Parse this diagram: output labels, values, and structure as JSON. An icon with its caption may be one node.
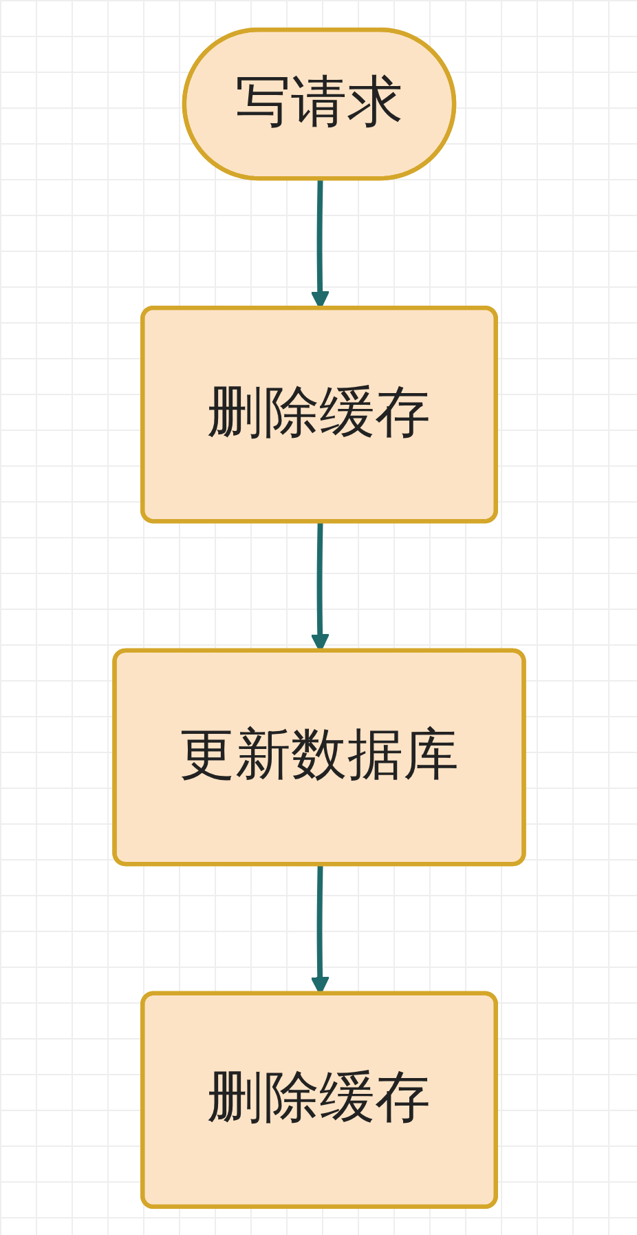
{
  "diagram": {
    "nodes": [
      {
        "text": [
          "写请求"
        ]
      },
      {
        "text": [
          "删除缓存"
        ]
      },
      {
        "text": [
          "更新数据库"
        ]
      },
      {
        "text": [
          "删除缓存"
        ]
      }
    ],
    "edges": [
      {
        "from": 0,
        "to": 1,
        "arrow": "to"
      },
      {
        "from": 1,
        "to": 2,
        "arrow": "to"
      },
      {
        "from": 2,
        "to": 3,
        "arrow": "to"
      }
    ]
  }
}
